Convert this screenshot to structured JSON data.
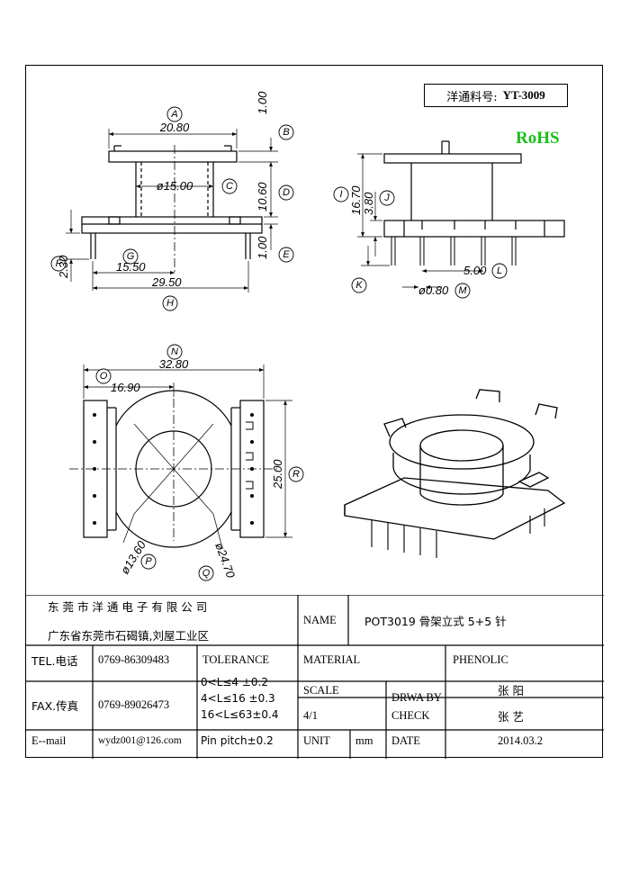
{
  "part_box": {
    "label": "洋通料号:",
    "number": "YT-3009"
  },
  "rohs": "RoHS",
  "front_view": {
    "callouts": {
      "a": "A",
      "b": "B",
      "c": "C",
      "d": "D",
      "e": "E",
      "f": "F",
      "g": "G",
      "h": "H"
    },
    "dims": {
      "a": "20.80",
      "b": "1.00",
      "c": "ø15.00",
      "d": "10.60",
      "e": "1.00",
      "f": "2.30",
      "g": "15.50",
      "h": "29.50"
    }
  },
  "side_view": {
    "callouts": {
      "i": "I",
      "j": "J",
      "k": "K",
      "l": "L",
      "m": "M"
    },
    "dims": {
      "i": "16.70",
      "j": "3.80",
      "l": "5.00",
      "m": "ø0.80"
    }
  },
  "top_view": {
    "callouts": {
      "n": "N",
      "o": "O",
      "p": "P",
      "q": "Q",
      "r": "R"
    },
    "dims": {
      "n": "32.80",
      "o": "16.90",
      "p": "ø13.60",
      "q": "ø24.70",
      "r": "25.00"
    }
  },
  "title_block": {
    "company": "东 莞 市 洋 通 电 子 有 限 公 司",
    "address": "广东省东莞市石碣镇,刘屋工业区",
    "name_label": "NAME",
    "name_value": "POT3019 骨架立式 5+5 针",
    "tel_label": "TEL.电话",
    "tel_value": "0769-86309483",
    "fax_label": "FAX.传真",
    "fax_value": "0769-89026473",
    "email_label": "E--mail",
    "email_value": "wydz001@126.com",
    "tolerance_label": "TOLERANCE",
    "tolerances": [
      "0<L≤4   ±0.2",
      "4<L≤16  ±0.3",
      "16<L≤63±0.4",
      "Pin pitch±0.2"
    ],
    "material_label": "MATERIAL",
    "material_value": "PHENOLIC",
    "scale_label": "SCALE",
    "scale_value": "4/1",
    "drawn_label": "DRWA BY",
    "drawn_value": "张 阳",
    "check_label": "CHECK",
    "check_value": "张 艺",
    "unit_label": "UNIT",
    "unit_value": "mm",
    "date_label": "DATE",
    "date_value": "2014.03.2"
  }
}
